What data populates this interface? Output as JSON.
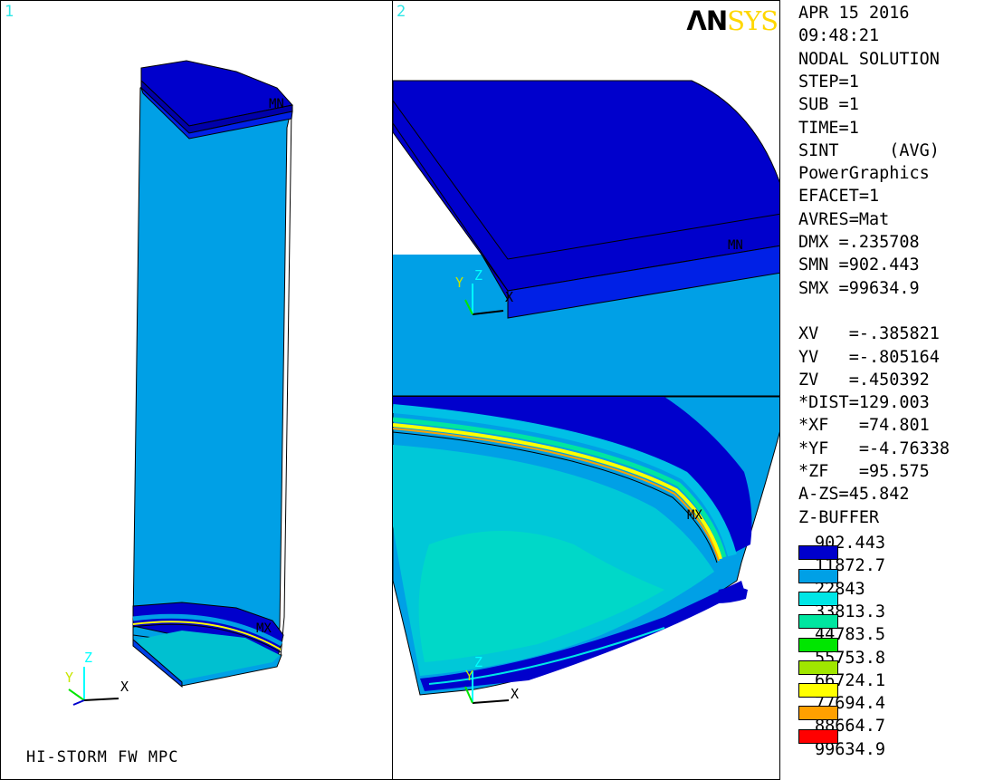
{
  "windows": [
    {
      "number": "1",
      "footer": "HI-STORM FW MPC"
    },
    {
      "number": "2"
    }
  ],
  "logo": {
    "an": "ΛN",
    "sys": "SYS"
  },
  "annotations": {
    "mx": "MX",
    "mn": "MN",
    "triad": {
      "x": "X",
      "y": "Y",
      "z": "Z"
    }
  },
  "panel": {
    "lines": [
      "APR 15 2016",
      "09:48:21",
      "NODAL SOLUTION",
      "STEP=1",
      "SUB =1",
      "TIME=1",
      "SINT     (AVG)",
      "PowerGraphics",
      "EFACET=1",
      "AVRES=Mat",
      "DMX =.235708",
      "SMN =902.443",
      "SMX =99634.9",
      "",
      "XV   =-.385821",
      "YV   =-.805164",
      "ZV   =.450392",
      "*DIST=129.003",
      "*XF   =74.801",
      "*YF   =-4.76338",
      "*ZF   =95.575",
      "A-ZS=45.842",
      "Z-BUFFER"
    ],
    "legend": [
      {
        "value": "902.443",
        "color": ""
      },
      {
        "value": "11872.7",
        "color": "#0000cc"
      },
      {
        "value": "22843",
        "color": "#00a0e6"
      },
      {
        "value": "33813.3",
        "color": "#00e6e6"
      },
      {
        "value": "44783.5",
        "color": "#00e6a0"
      },
      {
        "value": "55753.8",
        "color": "#00e600"
      },
      {
        "value": "66724.1",
        "color": "#a0e600"
      },
      {
        "value": "77694.4",
        "color": "#ffff00"
      },
      {
        "value": "88664.7",
        "color": "#ffa000"
      },
      {
        "value": "99634.9",
        "color": "#ff0000"
      }
    ]
  }
}
